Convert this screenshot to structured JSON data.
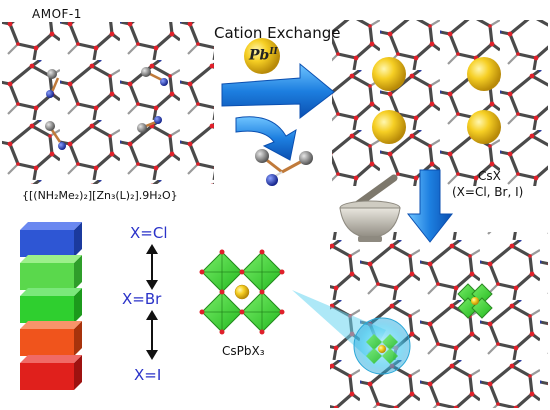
{
  "labels": {
    "framework_name": "AMOF-1",
    "process_title": "Cation Exchange",
    "cation": "Pb",
    "cation_charge": "II",
    "framework_formula": "{[(NH₂Me₂)₂][Zn₃(L)₂].9H₂O}",
    "reagent_line1": "CsX",
    "reagent_line2": "(X=Cl, Br, I)",
    "product_name": "CsPbX₃",
    "halide_cl": "X=Cl",
    "halide_br": "X=Br",
    "halide_i": "X=I"
  },
  "icons": {
    "framework_top_left": "mof-lattice-icon",
    "framework_top_right": "mof-with-pb-icon",
    "framework_bottom_right": "mof-with-perovskite-icon",
    "cation": "pb-sphere-icon",
    "guest_molecule": "dimethylammonium-molecule-icon",
    "grinding": "mortar-pestle-icon",
    "perovskite": "perovskite-octahedra-icon"
  },
  "colors": {
    "framework_stroke": "#4a4a4a",
    "framework_oxygen": "#e0202a",
    "lead_sphere": "#f2c31a",
    "octahedron": "#3fcf3a",
    "arrow_blue": "#1d7fe0",
    "halide_text": "#2a32c8",
    "block_cl": "#2e56d4",
    "block_br_light": "#5ad84c",
    "block_br": "#2fcf2f",
    "block_mix": "#f0541c",
    "block_i": "#e0201c"
  },
  "color_blocks": [
    {
      "id": "cl",
      "color": "#2e56d4",
      "side": "#1b3a9e"
    },
    {
      "id": "cl-br",
      "color": "#5ad84c",
      "side": "#2f9e2a"
    },
    {
      "id": "br",
      "color": "#2fcf2f",
      "side": "#1c9a1c"
    },
    {
      "id": "br-i",
      "color": "#f0541c",
      "side": "#a8330c"
    },
    {
      "id": "i",
      "color": "#e0201c",
      "side": "#9e1210"
    }
  ]
}
